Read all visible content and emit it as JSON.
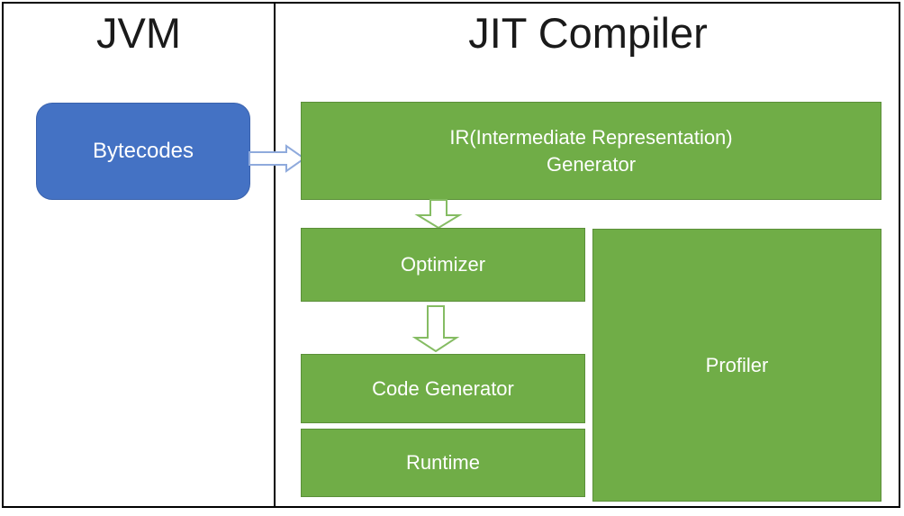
{
  "diagram": {
    "title_left": "JVM",
    "title_right": "JIT Compiler",
    "jvm": {
      "bytecodes_label": "Bytecodes"
    },
    "jit": {
      "ir_generator_line1": "IR(Intermediate Representation)",
      "ir_generator_line2": "Generator",
      "optimizer_label": "Optimizer",
      "code_generator_label": "Code Generator",
      "runtime_label": "Runtime",
      "profiler_label": "Profiler"
    },
    "arrows": [
      {
        "name": "bytecodes-to-ir",
        "direction": "right"
      },
      {
        "name": "ir-to-optimizer",
        "direction": "down"
      },
      {
        "name": "optimizer-to-code-generator",
        "direction": "down"
      }
    ],
    "colors": {
      "node_green_fill": "#70AD47",
      "node_green_border": "#5B8F39",
      "node_blue_fill": "#4472C4",
      "node_blue_border": "#3A62AD",
      "arrow_blue_stroke": "#8FAADC",
      "arrow_green_stroke": "#85BC63",
      "arrow_fill": "#FFFFFF",
      "frame_border": "#000000",
      "node_text": "#FFFFFF",
      "title_text": "#1A1A1A"
    }
  }
}
